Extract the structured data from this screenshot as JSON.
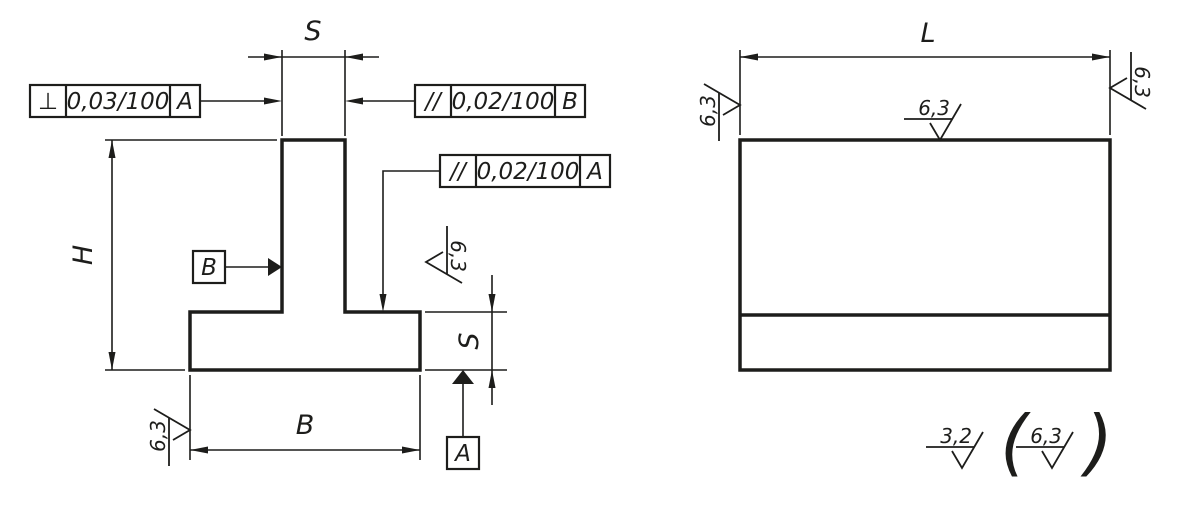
{
  "colors": {
    "line": "#1d1d1b",
    "background": "#ffffff"
  },
  "front_view": {
    "dimensions": {
      "stem_width": "S",
      "height": "H",
      "base_width": "B",
      "base_thickness": "S"
    },
    "feature_control_frames": [
      {
        "symbol": "⊥",
        "tolerance": "0,03/100",
        "datum": "A"
      },
      {
        "symbol": "//",
        "tolerance": "0,02/100",
        "datum": "B"
      },
      {
        "symbol": "//",
        "tolerance": "0,02/100",
        "datum": "A"
      }
    ],
    "datum_labels": {
      "b": "B",
      "a": "A"
    },
    "roughness": {
      "right": "6,3",
      "bottom_left": "6,3"
    }
  },
  "side_view": {
    "dimensions": {
      "length": "L"
    },
    "roughness": {
      "left": "6,3",
      "top": "6,3",
      "right": "6,3"
    }
  },
  "surface_note": {
    "general": "3,2",
    "open_paren": "(",
    "exception": "6,3",
    "close_paren": ")"
  }
}
